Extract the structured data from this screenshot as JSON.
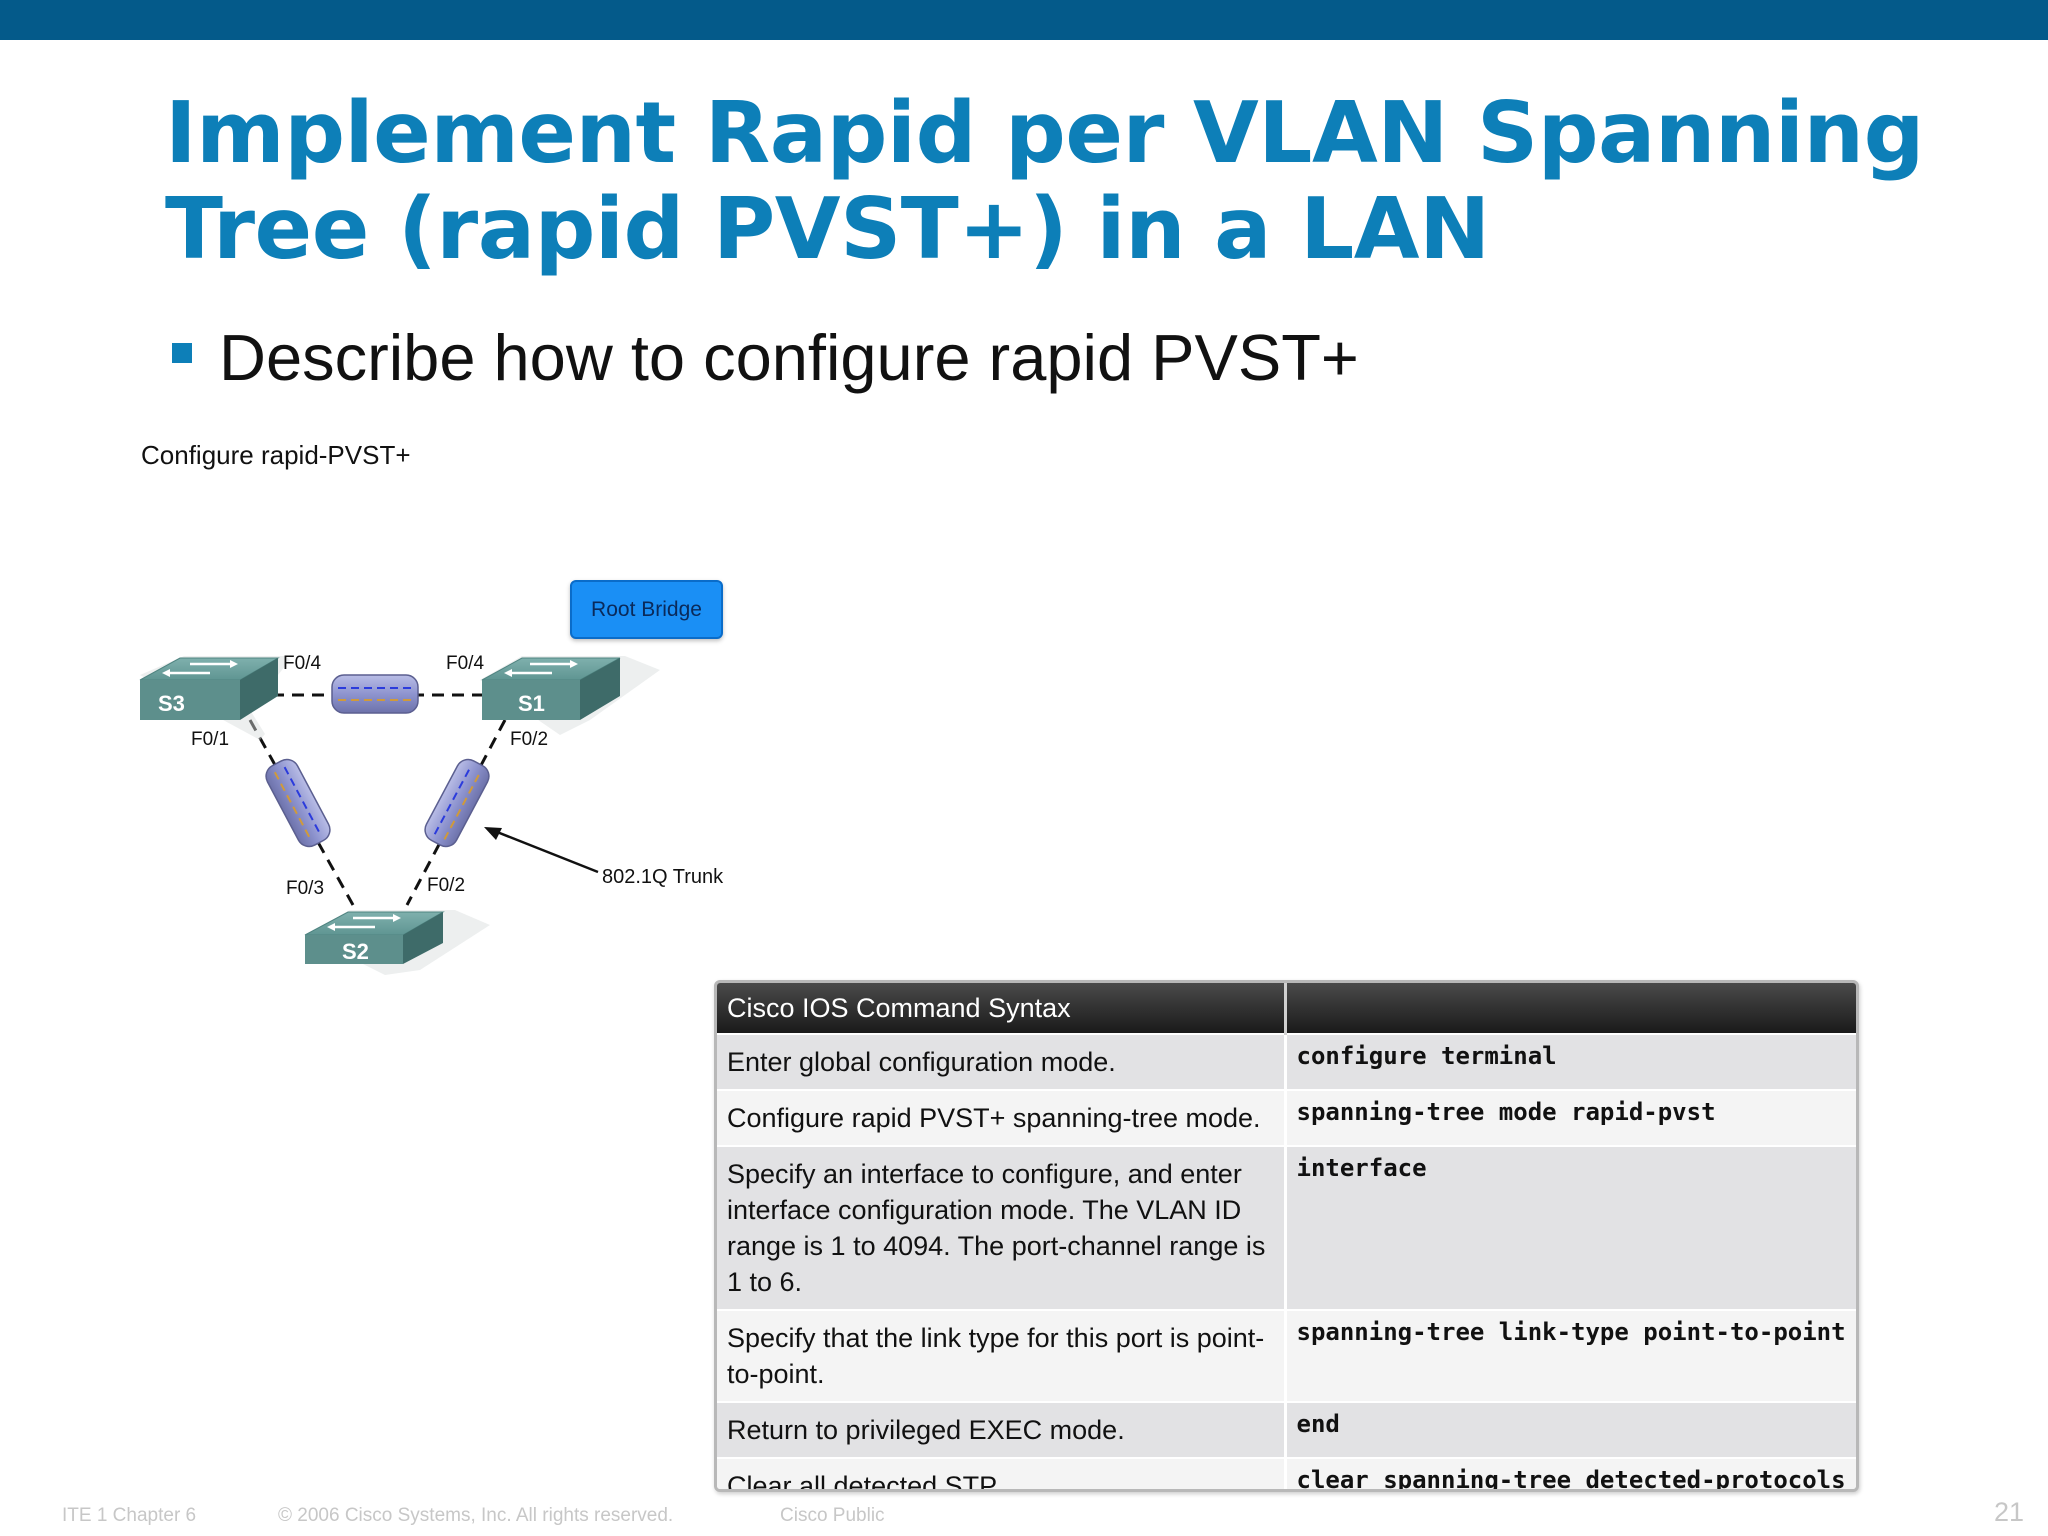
{
  "slide": {
    "title_line1": "Implement Rapid per VLAN Spanning",
    "title_line2": "Tree (rapid PVST+) in a LAN",
    "bullet": "Describe how to configure rapid PVST+",
    "figure_caption": "Configure rapid-PVST+",
    "accent_color": "#0d7fb8",
    "topbar_color": "#045a8a"
  },
  "diagram": {
    "root_bridge_label": "Root Bridge",
    "trunk_label": "802.1Q Trunk",
    "switches": {
      "s3": "S3",
      "s1": "S1",
      "s2": "S2"
    },
    "ports": {
      "s3_top": "F0/4",
      "s1_top": "F0/4",
      "s3_bottom": "F0/1",
      "s1_bottom": "F0/2",
      "s2_left": "F0/3",
      "s2_right": "F0/2"
    }
  },
  "table": {
    "header_col1": "Cisco IOS Command Syntax",
    "header_col2": "",
    "rows": [
      {
        "desc": "Enter global configuration mode.",
        "cmd": "configure terminal"
      },
      {
        "desc": "Configure rapid PVST+ spanning-tree mode.",
        "cmd": "spanning-tree mode rapid-pvst"
      },
      {
        "desc": "Specify an interface to configure, and enter interface configuration mode. The VLAN ID range is 1 to 4094. The port-channel range is 1 to 6.",
        "cmd": "interface"
      },
      {
        "desc": "Specify that the link type for this port is point-to-point.",
        "cmd": "spanning-tree link-type point-to-point"
      },
      {
        "desc": "Return to privileged EXEC mode.",
        "cmd": "end"
      },
      {
        "desc": "Clear all detected STP.",
        "cmd": "clear spanning-tree detected-protocols"
      }
    ]
  },
  "footer": {
    "chapter": "ITE 1 Chapter 6",
    "copyright": "© 2006 Cisco Systems, Inc. All rights reserved.",
    "classification": "Cisco Public",
    "page": "21"
  }
}
